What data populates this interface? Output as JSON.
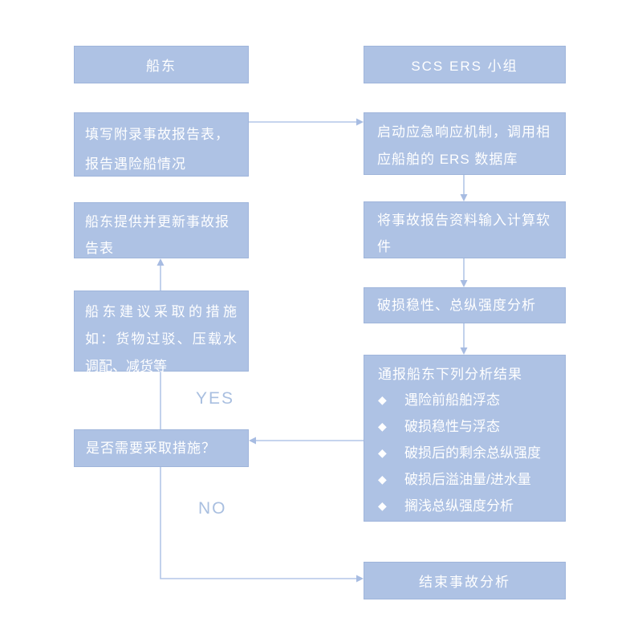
{
  "diagram": {
    "left_column": {
      "header": "船东",
      "report_box": {
        "lines": [
          "填写附录事故报告表，",
          "报告遇险船情况"
        ]
      },
      "update_box": {
        "lines": [
          "船东提供并更新事故报",
          "告表"
        ]
      },
      "suggest_box": {
        "lines": [
          "船东建议采取的措施",
          "如：货物过驳、压载水",
          "调配、减货等"
        ]
      },
      "decision_box": {
        "text": "是否需要采取措施？"
      }
    },
    "right_column": {
      "header": "SCS ERS 小组",
      "activate_box": {
        "lines": [
          "启动应急响应机制，调用相",
          "应船舶的 ERS 数据库"
        ]
      },
      "input_box": {
        "lines": [
          "将事故报告资料输入计算软",
          "件"
        ]
      },
      "analysis_box": {
        "text": "破损稳性、总纵强度分析"
      },
      "results_box": {
        "title": "通报船东下列分析结果",
        "bullet_glyph": "◆",
        "bullets": [
          "遇险前船舶浮态",
          "破损稳性与浮态",
          "破损后的剩余总纵强度",
          "破损后溢油量/进水量",
          "搁浅总纵强度分析"
        ]
      },
      "end_box": {
        "text": "结束事故分析"
      }
    },
    "labels": {
      "yes": "YES",
      "no": "NO"
    },
    "colors": {
      "box_fill": "#aec2e4",
      "box_border": "#9fb5db",
      "box_text": "#ffffff",
      "connector": "#b3c6e8",
      "arrowhead": "#a7bce2",
      "branch_label_text": "#a9bfe0",
      "background": "#ffffff"
    }
  }
}
